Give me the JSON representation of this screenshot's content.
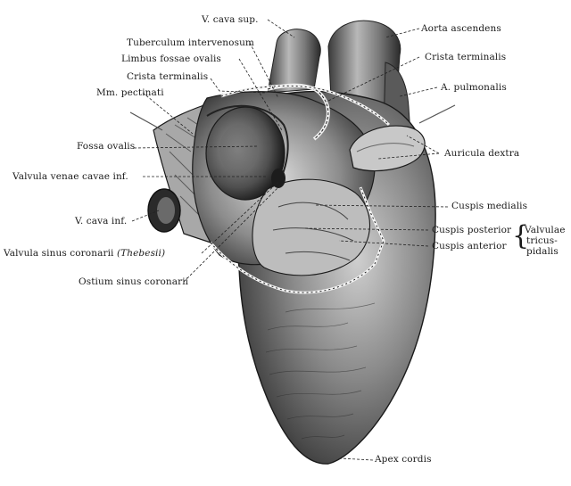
{
  "labels": {
    "v_cava_sup": "V. cava sup.",
    "aorta_ascendens": "Aorta ascendens",
    "tuberculum_intervenosum": "Tuberculum intervenosum",
    "limbus_fossae_ovalis": "Limbus fossae ovalis",
    "crista_terminalis_left": "Crista terminalis",
    "crista_terminalis_right": "Crista terminalis",
    "a_pulmonalis": "A. pulmonalis",
    "mm_pectinati": "Mm. pectinati",
    "fossa_ovalis": "Fossa ovalis",
    "auricula_dextra": "Auricula dextra",
    "valvula_venae_cavae_inf": "Valvula venae cavae inf.",
    "cuspis_medialis": "Cuspis medialis",
    "v_cava_inf": "V. cava inf.",
    "cuspis_posterior": "Cuspis posterior",
    "cuspis_anterior": "Cuspis anterior",
    "valvulae_1": "Valvulae",
    "valvulae_2": "tricus-",
    "valvulae_3": "pidalis",
    "valvula_sinus_coronarii": "Valvula sinus coronarii",
    "thebesii": "(Thebesii)",
    "ostium_sinus_coronarii": "Ostium sinus coronarii",
    "apex_cordis": "Apex cordis"
  }
}
